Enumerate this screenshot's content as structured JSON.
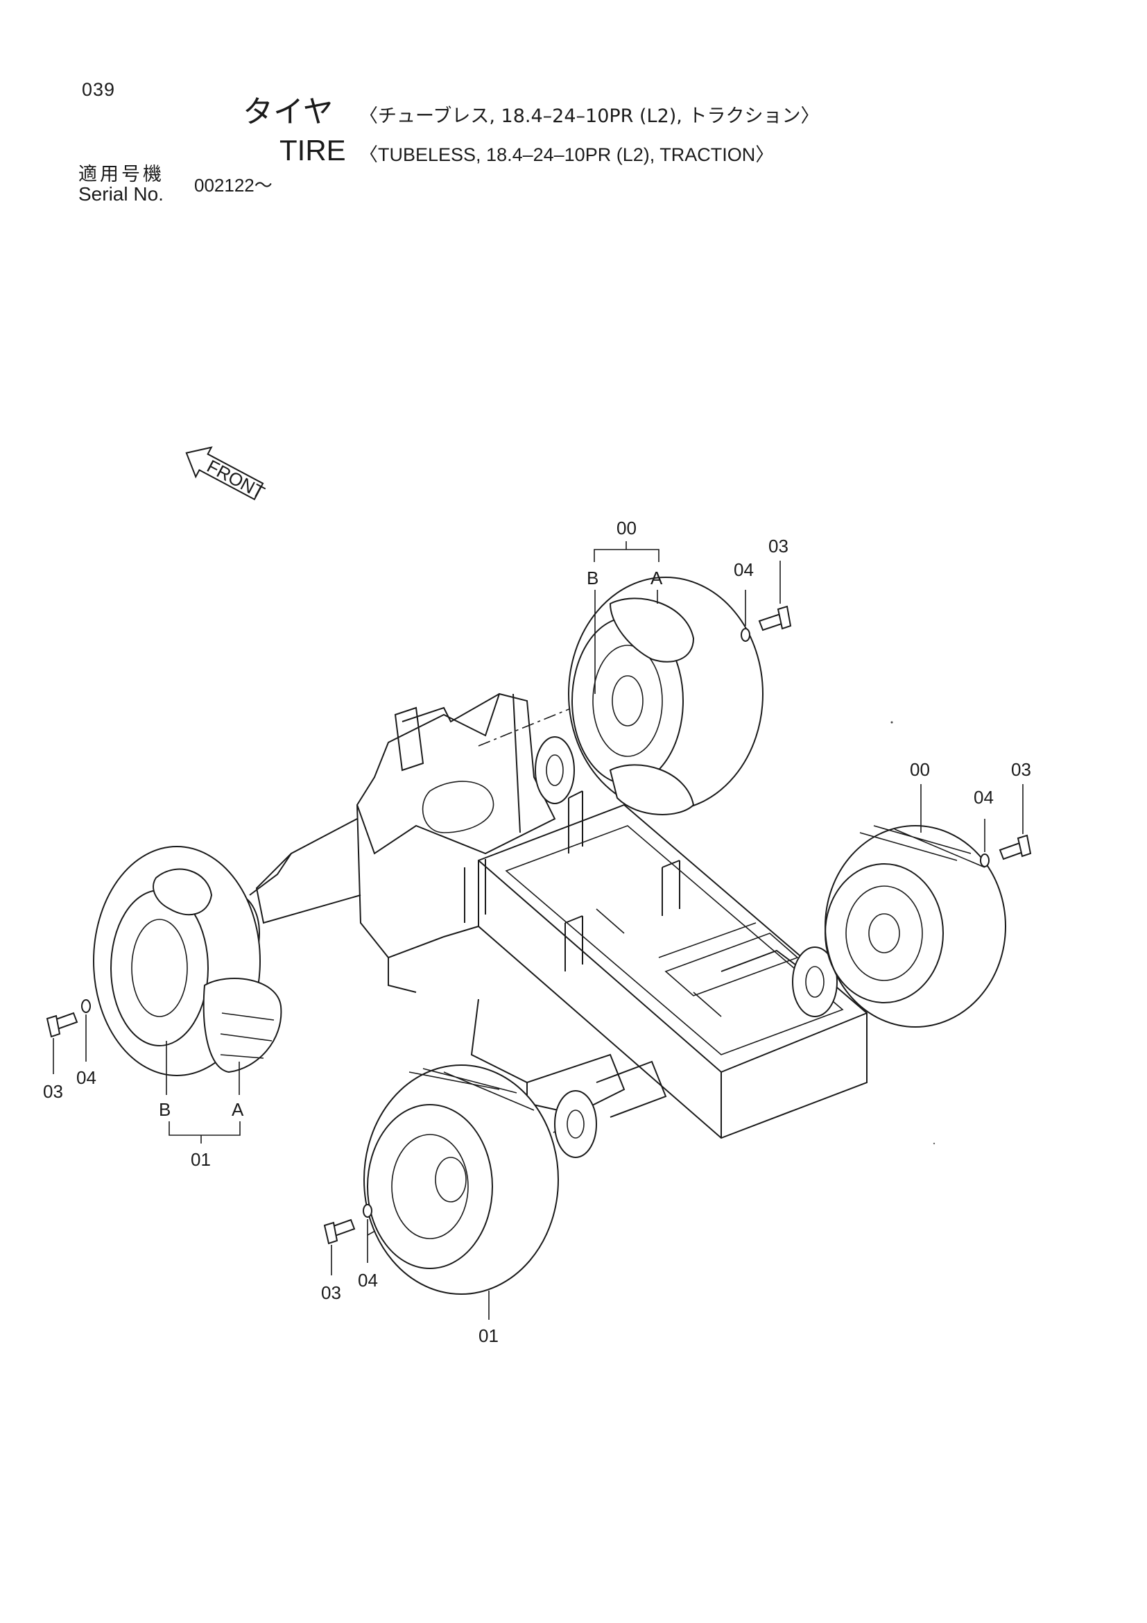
{
  "header": {
    "page_number": "039",
    "title_ja": "タイヤ",
    "title_ja_spec": "〈チューブレス, 18.4–24–10PR (L2), トラクション〉",
    "title_en": "TIRE",
    "title_en_spec": "〈TUBELESS, 18.4–24–10PR (L2), TRACTION〉",
    "serial_label_ja": "適用号機",
    "serial_label_en": "Serial No.",
    "serial_value": "002122～"
  },
  "diagram": {
    "front_arrow_label": "FRONT",
    "labels": {
      "rear_left_assembly": "00",
      "rear_left_b": "B",
      "rear_left_a": "A",
      "rear_left_washer": "04",
      "rear_left_bolt": "03",
      "rear_right_tire": "00",
      "rear_right_washer": "04",
      "rear_right_bolt": "03",
      "front_left_bolt": "03",
      "front_left_washer": "04",
      "front_left_b": "B",
      "front_left_a": "A",
      "front_left_assembly": "01",
      "front_right_bolt": "03",
      "front_right_washer": "04",
      "front_right_tire": "01"
    }
  }
}
